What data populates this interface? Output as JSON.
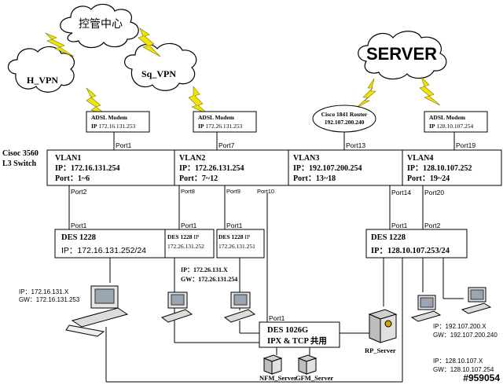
{
  "clouds": {
    "center": "控管中心",
    "h_vpn": "H_VPN",
    "sq_vpn": "Sq_VPN",
    "server": "SERVER"
  },
  "modems": [
    {
      "title": "ADSL Modem",
      "ip_label": "IP",
      "ip": "172.16.131.253"
    },
    {
      "title": "ADSL Modem",
      "ip_label": "IP",
      "ip": "172.26.131.253"
    },
    {
      "title": "ADSL Modem",
      "ip_label": "IP",
      "ip": "128.10.107.254"
    }
  ],
  "router": {
    "title": "Cisco 1841 Router",
    "ip": "192.107.200.240"
  },
  "l3switch": {
    "line1": "Cisoc 3560",
    "line2": "L3 Switch"
  },
  "vlans": [
    {
      "name": "VLAN1",
      "ip": "IP：172.16.131.254",
      "port": "Port：1~6"
    },
    {
      "name": "VLAN2",
      "ip": "IP：172.26.131.254",
      "port": "Port：7~12"
    },
    {
      "name": "VLAN3",
      "ip": "IP：192.107.200.254",
      "port": "Port：13~18"
    },
    {
      "name": "VLAN4",
      "ip": "IP：128.10.107.252",
      "port": "Port：19~24"
    }
  ],
  "ports": {
    "p1a": "Port1",
    "p7": "Port7",
    "p13": "Port13",
    "p19": "Port19",
    "p2a": "Port2",
    "p8": "Port8",
    "p9": "Port9",
    "p10": "Port10",
    "p14": "Port14",
    "p20": "Port20",
    "p1b": "Port1",
    "p1c": "Port1",
    "p1d": "Port1",
    "p1e": "Port1",
    "p2b": "Port2",
    "p1f": "Port1"
  },
  "des_left": {
    "name": "DES 1228",
    "ip": "IP：172.16.131.252/24"
  },
  "des_mid1": {
    "name": "DES 1228",
    "ip_label": "IP",
    "ip": "172.26.131.252"
  },
  "des_mid2": {
    "name": "DES 1228",
    "ip_label": "IP",
    "ip": "172.26.131.251"
  },
  "des_right": {
    "name": "DES 1228",
    "ip": "IP：128.10.107.253/24"
  },
  "des_1026": {
    "name": "DES 1026G",
    "sub": "IPX & TCP 共用"
  },
  "notes": {
    "left_ip": "IP：172.16.131.X",
    "left_gw": "GW：172.16.131.253",
    "mid_ip": "IP：172.26.131.X",
    "mid_gw": "GW：172.26.131.254",
    "r1_ip": "IP：192.107.200.X",
    "r1_gw": "GW：192.107.200.240",
    "r2_ip": "IP：128.10.107.X",
    "r2_gw": "GW：128.10.107.254"
  },
  "servers": {
    "rp": "RP_Server",
    "nfm": "NFM_Server",
    "gfm": "GFM_Server"
  },
  "watermark": "#959054"
}
